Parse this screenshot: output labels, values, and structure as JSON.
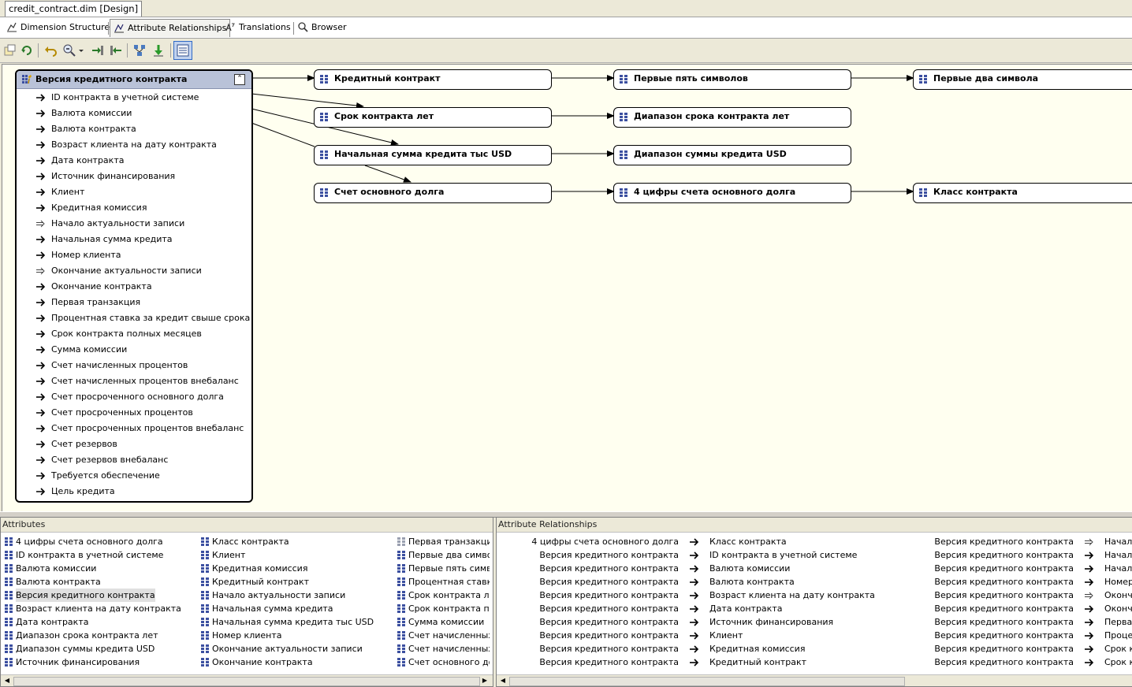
{
  "document_tab": "credit_contract.dim [Design]",
  "designer_tabs": [
    {
      "label": "Dimension Structure",
      "selected": false
    },
    {
      "label": "Attribute Relationships",
      "selected": true
    },
    {
      "label": "Translations",
      "selected": false
    },
    {
      "label": "Browser",
      "selected": false
    }
  ],
  "toolbar_icons": [
    "new-relationship-icon",
    "refresh-icon",
    "undo-icon",
    "zoom-icon",
    "zoom-dropdown-icon",
    "expand-icon",
    "collapse-icon",
    "layout-icon",
    "download-icon",
    "properties-icon"
  ],
  "key_attribute": {
    "title": "Версия кредитного контракта",
    "rows": [
      {
        "label": "ID контракта в учетной системе",
        "rigid": true
      },
      {
        "label": "Валюта комиссии",
        "rigid": true
      },
      {
        "label": "Валюта контракта",
        "rigid": true
      },
      {
        "label": "Возраст клиента на дату контракта",
        "rigid": true
      },
      {
        "label": "Дата контракта",
        "rigid": true
      },
      {
        "label": "Источник финансирования",
        "rigid": true
      },
      {
        "label": "Клиент",
        "rigid": true
      },
      {
        "label": "Кредитная комиссия",
        "rigid": true
      },
      {
        "label": "Начало актуальности записи",
        "rigid": false
      },
      {
        "label": "Начальная сумма кредита",
        "rigid": true
      },
      {
        "label": "Номер клиента",
        "rigid": true
      },
      {
        "label": "Окончание актуальности записи",
        "rigid": false
      },
      {
        "label": "Окончание контракта",
        "rigid": true
      },
      {
        "label": "Первая транзакция",
        "rigid": true
      },
      {
        "label": "Процентная ставка за кредит свыше срока",
        "rigid": true
      },
      {
        "label": "Срок контракта полных месяцев",
        "rigid": true
      },
      {
        "label": "Сумма комиссии",
        "rigid": true
      },
      {
        "label": "Счет начисленных процентов",
        "rigid": true
      },
      {
        "label": "Счет начисленных процентов внебаланс",
        "rigid": true
      },
      {
        "label": "Счет просроченного основного долга",
        "rigid": true
      },
      {
        "label": "Счет просроченных процентов",
        "rigid": true
      },
      {
        "label": "Счет просроченных процентов внебаланс",
        "rigid": true
      },
      {
        "label": "Счет резервов",
        "rigid": true
      },
      {
        "label": "Счет резервов внебаланс",
        "rigid": true
      },
      {
        "label": "Требуется обеспечение",
        "rigid": true
      },
      {
        "label": "Цель кредита",
        "rigid": true
      }
    ]
  },
  "nodes": {
    "n1": "Кредитный контракт",
    "n2": "Первые пять символов",
    "n3": "Первые два символа",
    "n4": "Срок контракта лет",
    "n5": "Диапазон срока контракта лет",
    "n6": "Начальная сумма кредита тыс USD",
    "n7": "Диапазон суммы кредита USD",
    "n8": "Счет основного долга",
    "n9": "4 цифры счета основного долга",
    "n10": "Класс контракта"
  },
  "attributes_pane": {
    "title": "Attributes",
    "columns": [
      [
        "4 цифры счета основного долга",
        "ID контракта в учетной системе",
        "Валюта комиссии",
        "Валюта контракта",
        "Версия кредитного контракта",
        "Возраст клиента на дату контракта",
        "Дата контракта",
        "Диапазон срока контракта лет",
        "Диапазон суммы кредита USD",
        "Источник финансирования"
      ],
      [
        "Класс контракта",
        "Клиент",
        "Кредитная комиссия",
        "Кредитный контракт",
        "Начало актуальности записи",
        "Начальная сумма кредита",
        "Начальная сумма кредита тыс USD",
        "Номер клиента",
        "Окончание актуальности записи",
        "Окончание контракта"
      ],
      [
        "Первая транзакция",
        "Первые два символа",
        "Первые пять символов",
        "Процентная ставка за кредит свыше срока",
        "Срок контракта лет",
        "Срок контракта полных месяцев",
        "Сумма комиссии",
        "Счет начисленных процентов",
        "Счет начисленных процентов внебаланс",
        "Счет основного долга"
      ]
    ],
    "selected": "Версия кредитного контракта"
  },
  "relationships_pane": {
    "title": "Attribute Relationships",
    "col1": [
      {
        "src": "4 цифры счета основного долга",
        "dst": "Класс контракта"
      },
      {
        "src": "Версия кредитного контракта",
        "dst": "ID контракта в учетной системе"
      },
      {
        "src": "Версия кредитного контракта",
        "dst": "Валюта комиссии"
      },
      {
        "src": "Версия кредитного контракта",
        "dst": "Валюта контракта"
      },
      {
        "src": "Версия кредитного контракта",
        "dst": "Возраст клиента на дату контракта"
      },
      {
        "src": "Версия кредитного контракта",
        "dst": "Дата контракта"
      },
      {
        "src": "Версия кредитного контракта",
        "dst": "Источник финансирования"
      },
      {
        "src": "Версия кредитного контракта",
        "dst": "Клиент"
      },
      {
        "src": "Версия кредитного контракта",
        "dst": "Кредитная комиссия"
      },
      {
        "src": "Версия кредитного контракта",
        "dst": "Кредитный контракт"
      }
    ],
    "col2": [
      {
        "src": "Версия кредитного контракта",
        "dst": "Начало",
        "rigid": false
      },
      {
        "src": "Версия кредитного контракта",
        "dst": "Началь",
        "rigid": true
      },
      {
        "src": "Версия кредитного контракта",
        "dst": "Началь",
        "rigid": true
      },
      {
        "src": "Версия кредитного контракта",
        "dst": "Номер",
        "rigid": true
      },
      {
        "src": "Версия кредитного контракта",
        "dst": "Оконча",
        "rigid": false
      },
      {
        "src": "Версия кредитного контракта",
        "dst": "Оконча",
        "rigid": true
      },
      {
        "src": "Версия кредитного контракта",
        "dst": "Первая",
        "rigid": true
      },
      {
        "src": "Версия кредитного контракта",
        "dst": "Процен",
        "rigid": true
      },
      {
        "src": "Версия кредитного контракта",
        "dst": "Срок к",
        "rigid": true
      },
      {
        "src": "Версия кредитного контракта",
        "dst": "Срок к",
        "rigid": true
      }
    ]
  }
}
